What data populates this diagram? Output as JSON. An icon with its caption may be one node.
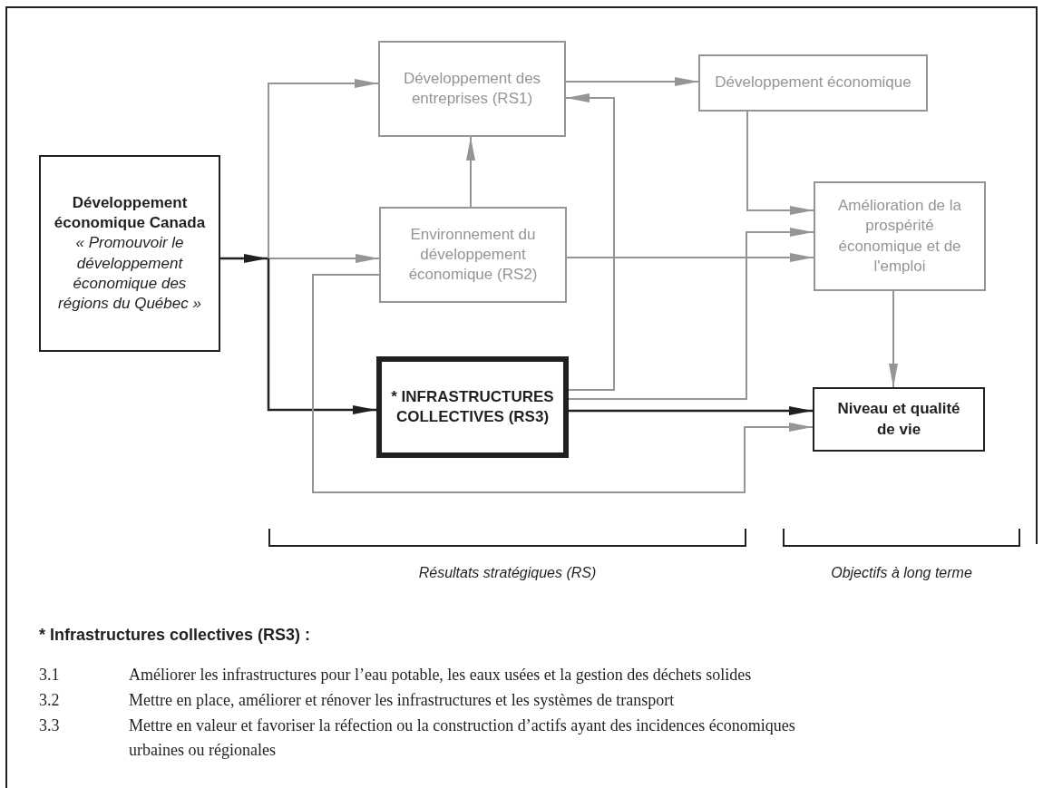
{
  "diagram": {
    "nodes": [
      {
        "text": [
          "Développement économique Canada",
          "« Promouvoir le développement économique des régions du Québec »"
        ]
      },
      {
        "text": [
          "Développement des entreprises (RS1)"
        ]
      },
      {
        "text": [
          "Développement économique"
        ]
      },
      {
        "text": [
          "Environnement du développement économique (RS2)"
        ]
      },
      {
        "text": [
          "Amélioration de la prospérité économique et de l'emploi"
        ]
      },
      {
        "text": [
          "* INFRASTRUCTURES COLLECTIVES (RS3)"
        ]
      },
      {
        "text": [
          "Niveau et qualité de vie"
        ]
      }
    ],
    "edges": [
      {
        "from": 0,
        "to": 1,
        "arrow": "to"
      },
      {
        "from": 0,
        "to": 3,
        "arrow": "to"
      },
      {
        "from": 0,
        "to": 5,
        "arrow": "to",
        "color": "#231f20"
      },
      {
        "from": 1,
        "to": 2,
        "arrow": "to"
      },
      {
        "from": 3,
        "to": 1,
        "arrow": "to"
      },
      {
        "from": 3,
        "to": 4,
        "arrow": "to"
      },
      {
        "from": 2,
        "to": 4,
        "arrow": "to"
      },
      {
        "from": 5,
        "to": 1,
        "arrow": "to"
      },
      {
        "from": 5,
        "to": 4,
        "arrow": "to"
      },
      {
        "from": 5,
        "to": 6,
        "arrow": "to",
        "color": "#231f20"
      },
      {
        "from": 3,
        "to": 6,
        "arrow": "to"
      },
      {
        "from": 4,
        "to": 6,
        "arrow": "to"
      }
    ],
    "labels": [
      "Résultats stratégiques (RS)",
      "Objectifs à long terme",
      "* Infrastructures collectives (RS3) :",
      "3.1",
      "Améliorer les infrastructures pour l’eau potable, les eaux usées et la gestion des déchets solides",
      "3.2",
      "Mettre en place, améliorer et rénover les infrastructures et les systèmes de transport",
      "3.3",
      "Mettre en valeur et favoriser la réfection ou la construction d’actifs ayant des incidences économiques urbaines ou régionales"
    ]
  }
}
